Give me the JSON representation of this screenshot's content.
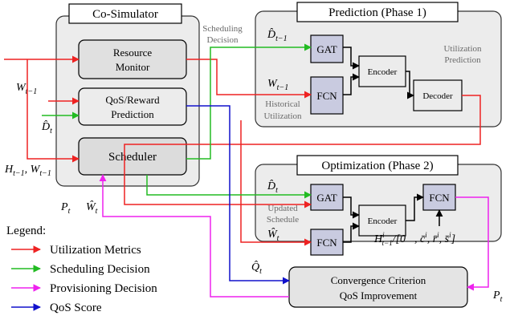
{
  "cosim": {
    "title": "Co-Simulator",
    "resource_monitor": [
      "Resource",
      "Monitor"
    ],
    "qos_prediction": [
      "QoS/Reward",
      "Prediction"
    ],
    "scheduler": "Scheduler"
  },
  "prediction": {
    "title": "Prediction (Phase 1)",
    "gat": "GAT",
    "fcn": "FCN",
    "encoder": "Encoder",
    "decoder": "Decoder",
    "utilization_prediction": [
      "Utilization",
      "Prediction"
    ],
    "historical_utilization": [
      "Historical",
      "Utilization"
    ],
    "scheduling_decision": [
      "Scheduling",
      "Decision"
    ]
  },
  "optimization": {
    "title": "Optimization (Phase 2)",
    "gat": "GAT",
    "fcn_left": "FCN",
    "fcn_right": "FCN",
    "encoder": "Encoder",
    "updated_schedule": [
      "Updated",
      "Schedule"
    ],
    "convergence": [
      "Convergence Criterion",
      "QoS Improvement"
    ]
  },
  "legend": {
    "title": "Legend:",
    "items": [
      {
        "label": "Utilization Metrics",
        "color": "#ee2222"
      },
      {
        "label": "Scheduling Decision",
        "color": "#22bb22"
      },
      {
        "label": "Provisioning Decision",
        "color": "#ee22ee"
      },
      {
        "label": "QoS Score",
        "color": "#1111cc"
      }
    ]
  },
  "colors": {
    "red": "#ee2222",
    "green": "#22bb22",
    "magenta": "#ee22ee",
    "blue": "#1111cc",
    "panel_bg": "#ececec",
    "gnn_fill": "#c9cbe0"
  }
}
